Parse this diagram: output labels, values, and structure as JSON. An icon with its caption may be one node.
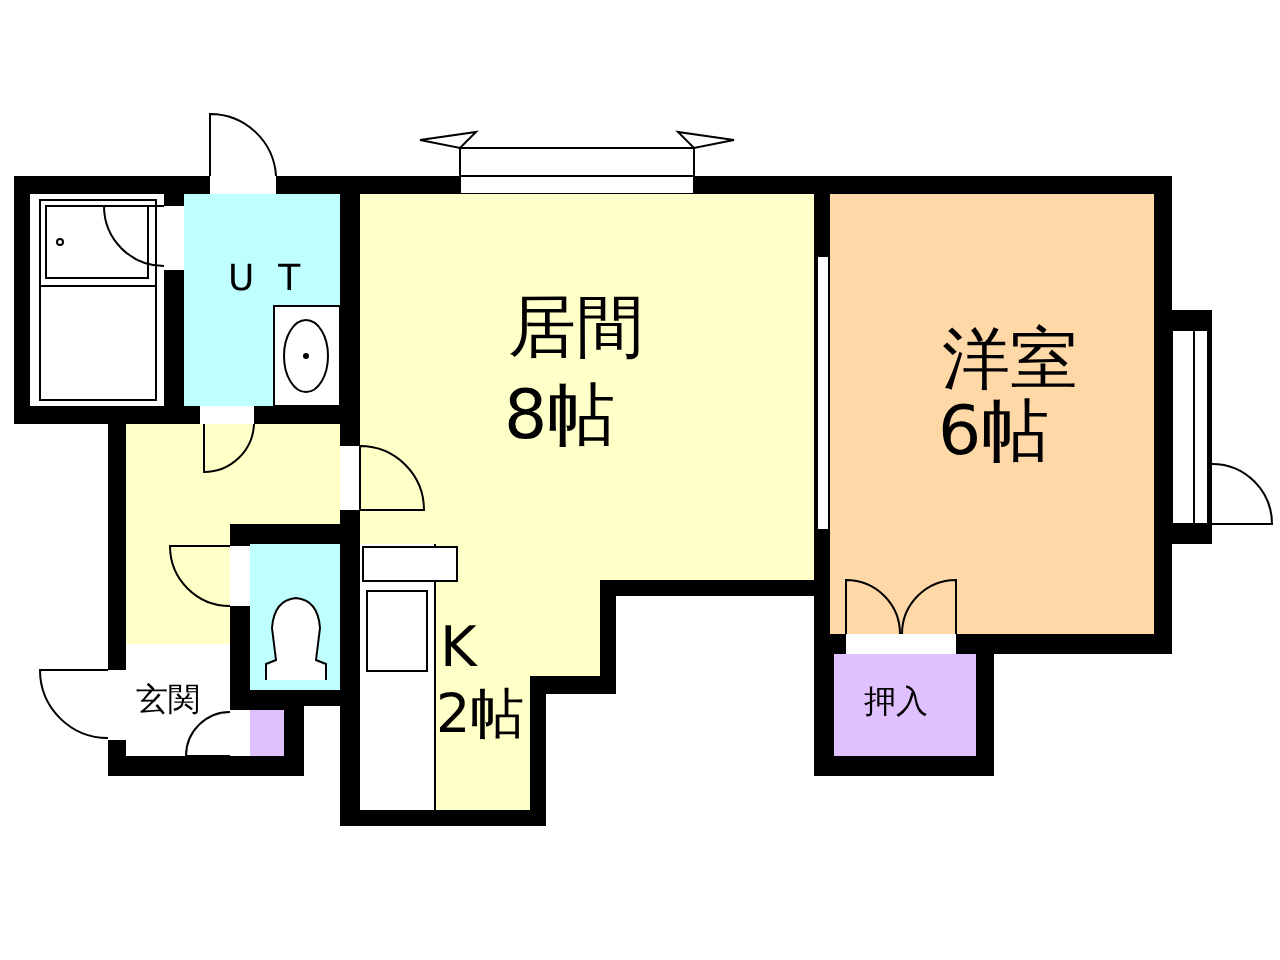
{
  "diagram": {
    "nodes": [
      {
        "text": [],
        "shape": "box"
      },
      {
        "text": [
          "UT"
        ]
      },
      {
        "text": [
          "居間",
          "8帖"
        ]
      },
      {
        "text": [
          "K",
          "2帖"
        ],
        "in": 2
      },
      {
        "text": [],
        "shape": "box"
      },
      {
        "text": [],
        "shape": "box"
      },
      {
        "text": [
          "玄関"
        ]
      },
      {
        "text": [],
        "shape": "box"
      },
      {
        "text": [
          "洋室",
          "6帖"
        ]
      },
      {
        "text": [
          "押入"
        ]
      },
      {
        "text": [],
        "shape": "box",
        "in": 3
      },
      {
        "text": [],
        "shape": "box",
        "in": 3
      }
    ]
  }
}
